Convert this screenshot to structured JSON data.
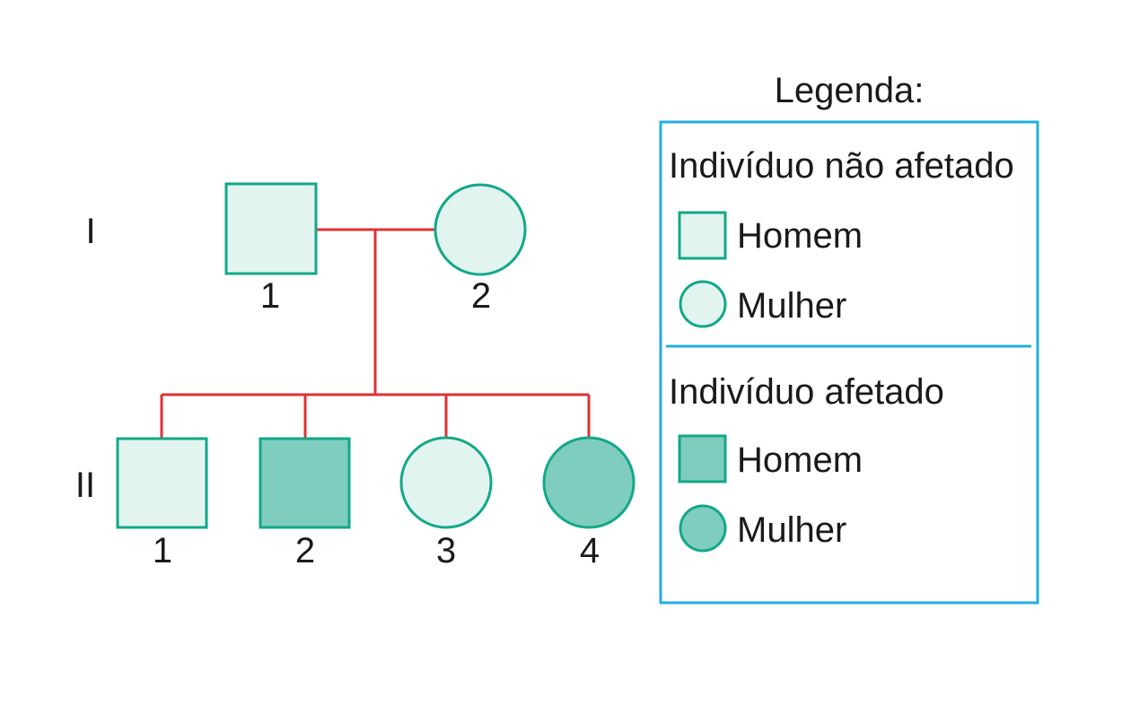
{
  "colors": {
    "line": "#e03131",
    "shape_stroke": "#12a888",
    "unaffected_fill": "#e2f4ef",
    "affected_fill": "#7fcdbf",
    "legend_border": "#23aee0"
  },
  "generations": [
    {
      "label": "I",
      "individuals": [
        {
          "number": "1",
          "sex": "male",
          "status": "unaffected"
        },
        {
          "number": "2",
          "sex": "female",
          "status": "unaffected"
        }
      ]
    },
    {
      "label": "II",
      "individuals": [
        {
          "number": "1",
          "sex": "male",
          "status": "unaffected"
        },
        {
          "number": "2",
          "sex": "male",
          "status": "affected"
        },
        {
          "number": "3",
          "sex": "female",
          "status": "unaffected"
        },
        {
          "number": "4",
          "sex": "female",
          "status": "affected"
        }
      ]
    }
  ],
  "legend": {
    "title": "Legenda:",
    "unaffected": {
      "heading": "Indivíduo não afetado",
      "male": "Homem",
      "female": "Mulher"
    },
    "affected": {
      "heading": "Indivíduo afetado",
      "male": "Homem",
      "female": "Mulher"
    }
  }
}
